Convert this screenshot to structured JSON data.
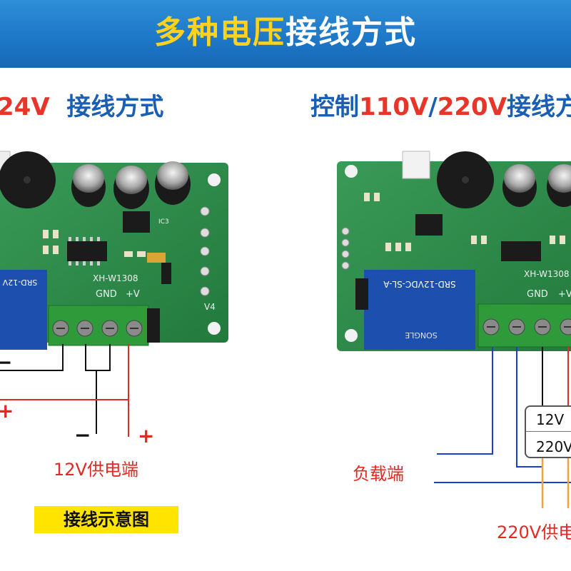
{
  "header": {
    "title_part1": "多种电压",
    "title_part2": "接线方式"
  },
  "left": {
    "title_voltage": "24V",
    "title_suffix": "接线方式",
    "board_model": "XH-W1308",
    "relay_label": "SRD-12V",
    "gnd_label": "GND",
    "v_label": "+V",
    "ic_label": "IC3",
    "v4_label": "V4",
    "minus_sign": "−",
    "plus_sign": "+",
    "supply_label": "12V供电端",
    "caption": "接线示意图"
  },
  "right": {
    "title_prefix": "控制",
    "title_v1": "110V",
    "title_slash": "/",
    "title_v2": "220V",
    "title_suffix": "接线方",
    "board_model": "XH-W1308",
    "relay_label": "SRD-12VDC-SL-A",
    "relay_brand": "SONGLE",
    "gnd_label": "GND",
    "v_label": "+V",
    "adapter_top": "12V",
    "adapter_bottom": "220V",
    "load_label": "负载端",
    "supply_label": "220V供电"
  },
  "colors": {
    "banner": "#1e78c8",
    "title_blue": "#1a5fb4",
    "accent_red": "#e22a25",
    "pcb_green": "#2e8a4a",
    "terminal_green": "#2e9a3a",
    "relay_blue": "#1c4fae",
    "wire_blue": "#1a3fd0",
    "wire_orange": "#f2a23a",
    "caption_yellow": "#ffe400"
  }
}
